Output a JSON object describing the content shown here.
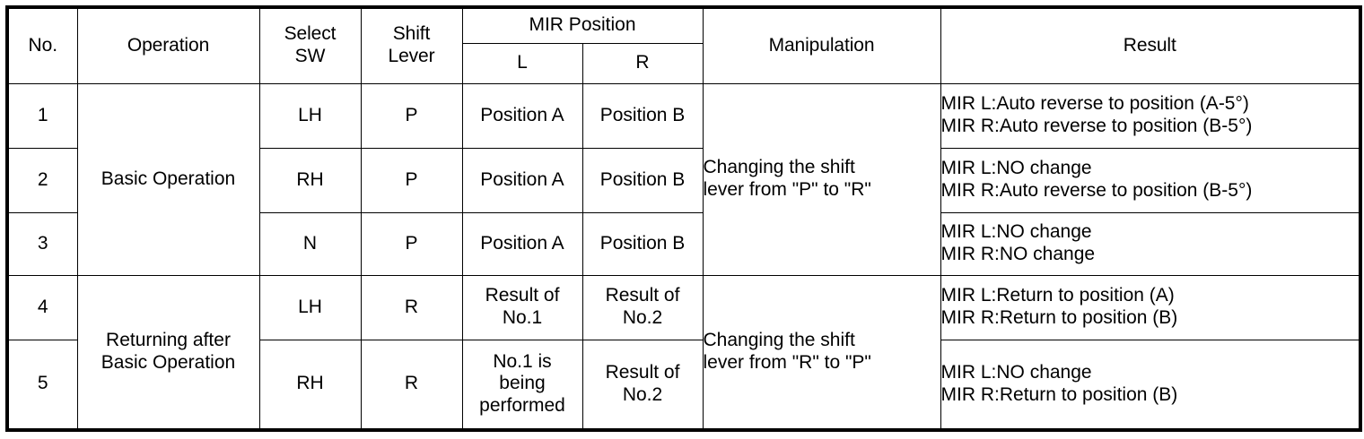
{
  "table": {
    "headers": {
      "no": "No.",
      "operation": "Operation",
      "select_sw_line1": "Select",
      "select_sw_line2": "SW",
      "shift_lever_line1": "Shift",
      "shift_lever_line2": "Lever",
      "mir_position": "MIR Position",
      "mir_l": "L",
      "mir_r": "R",
      "manipulation": "Manipulation",
      "result": "Result"
    },
    "operation_groups": [
      {
        "label": "Basic Operation",
        "rows": 3
      },
      {
        "label_line1": "Returning after",
        "label_line2": "Basic Operation",
        "rows": 2
      }
    ],
    "manipulation_groups": [
      {
        "line1": "Changing the shift",
        "line2": "lever from \"P\" to \"R\"",
        "rows": 3
      },
      {
        "line1": "Changing the shift",
        "line2": "lever from \"R\" to \"P\"",
        "rows": 2
      }
    ],
    "rows": [
      {
        "no": "1",
        "select_sw": "LH",
        "shift_lever": "P",
        "mir_l": "Position A",
        "mir_r": "Position B",
        "result_line1": "MIR L:Auto reverse to position (A-5°)",
        "result_line2": "MIR R:Auto reverse to position (B-5°)"
      },
      {
        "no": "2",
        "select_sw": "RH",
        "shift_lever": "P",
        "mir_l": "Position A",
        "mir_r": "Position B",
        "result_line1": "MIR L:NO change",
        "result_line2": "MIR R:Auto reverse to position (B-5°)"
      },
      {
        "no": "3",
        "select_sw": "N",
        "shift_lever": "P",
        "mir_l": "Position A",
        "mir_r": "Position B",
        "result_line1": "MIR L:NO change",
        "result_line2": "MIR R:NO change"
      },
      {
        "no": "4",
        "select_sw": "LH",
        "shift_lever": "R",
        "mir_l_line1": "Result of",
        "mir_l_line2": "No.1",
        "mir_r_line1": "Result of",
        "mir_r_line2": "No.2",
        "result_line1": "MIR L:Return to position (A)",
        "result_line2": "MIR R:Return to position (B)"
      },
      {
        "no": "5",
        "select_sw": "RH",
        "shift_lever": "R",
        "mir_l_line1": "No.1 is",
        "mir_l_line2": "being",
        "mir_l_line3": "performed",
        "mir_r_line1": "Result of",
        "mir_r_line2": "No.2",
        "result_line1": "MIR L:NO change",
        "result_line2": "MIR R:Return to position (B)"
      }
    ]
  },
  "colors": {
    "border": "#000000",
    "background": "#ffffff",
    "text": "#000000"
  }
}
